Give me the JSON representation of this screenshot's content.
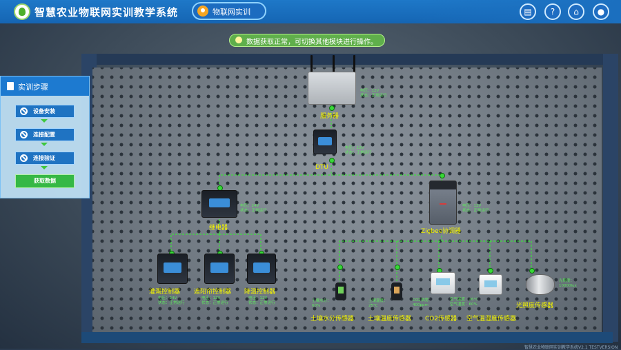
{
  "header": {
    "app_title": "智慧农业物联网实训教学系统",
    "tab_label": "物联网实训",
    "icons": [
      "clipboard-icon",
      "help-icon",
      "home-icon",
      "user-icon"
    ]
  },
  "notice": {
    "text": "数据获取正常，可切换其他模块进行操作。"
  },
  "steps": {
    "title": "实训步骤",
    "items": [
      {
        "label": "设备安装"
      },
      {
        "label": "连接配置"
      },
      {
        "label": "连接验证"
      }
    ],
    "action_label": "获取数据"
  },
  "devices": {
    "server": {
      "label": "服务器",
      "lines": [
        "电压：12V",
        "状态：正常运行"
      ]
    },
    "dtu": {
      "label": "DTU",
      "lines": [
        "电压：12V",
        "状态：正常运行"
      ]
    },
    "relay": {
      "label": "继电器",
      "lines": [
        "电压：24V",
        "状态：正常运行"
      ]
    },
    "zigbee": {
      "label": "Zigbee协调器",
      "lines": [
        "电压：12V",
        "状态：正常运行"
      ]
    },
    "irrigation": {
      "label": "灌溉控制器",
      "lines": [
        "电压：24V",
        "状态：正常运行"
      ]
    },
    "shade": {
      "label": "遮阳帘控制器",
      "lines": [
        "电压：12V",
        "状态：正常运行"
      ]
    },
    "cooling": {
      "label": "降温控制器",
      "lines": [
        "电压：12V",
        "状态：正常运行"
      ]
    },
    "soil_moisture": {
      "label": "土壤水分传感器",
      "lines": [
        "土壤水分：",
        "60%"
      ]
    },
    "soil_temp": {
      "label": "土壤温度传感器",
      "lines": [
        "土壤温度：",
        "25°C"
      ]
    },
    "co2": {
      "label": "CO2传感器",
      "lines": [
        "CO2浓度：",
        "400ppm"
      ]
    },
    "air_th": {
      "label": "空气温湿度传感器",
      "lines": [
        "空气温度：26°C",
        "空气湿度：60%"
      ]
    },
    "light": {
      "label": "光照度传感器",
      "lines": [
        "光照度：",
        "10000lux"
      ]
    }
  },
  "version_text": "智慧农业物联网实训教学系统V2.1 TESTVERSION",
  "colors": {
    "header_blue": "#1565b3",
    "accent_green": "#38d838",
    "label_yellow": "#f3f300"
  }
}
